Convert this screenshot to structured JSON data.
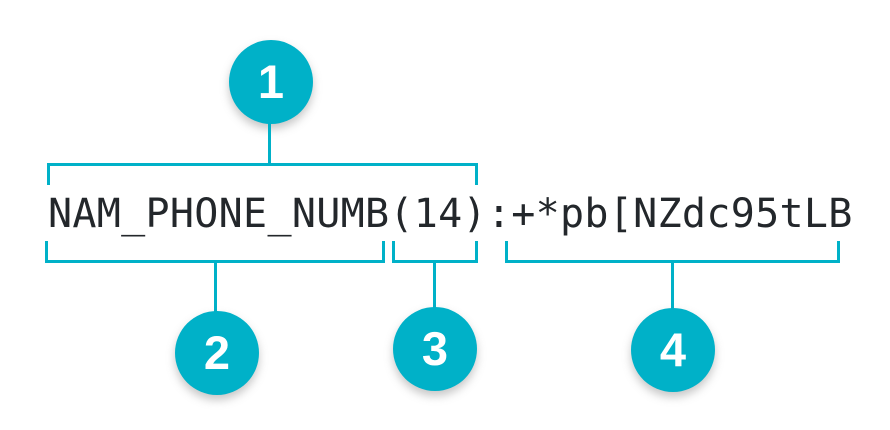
{
  "colors": {
    "accent": "#00b1c8",
    "text": "#23272b",
    "background": "#ffffff",
    "callout_number": "#ffffff"
  },
  "record_string": {
    "full": "NAM_PHONE_NUMB(14):+*pb[NZdc95tLB",
    "segments": {
      "header": "NAM_PHONE_NUMB(14)",
      "field_name": "NAM_PHONE_NUMB",
      "field_length": "(14)",
      "field_value": ":+*pb[NZdc95tLB"
    }
  },
  "callouts": [
    {
      "number": "1",
      "position": "top",
      "covers": "NAM_PHONE_NUMB(14)"
    },
    {
      "number": "2",
      "position": "bottom",
      "covers": "NAM_PHONE_NUMB"
    },
    {
      "number": "3",
      "position": "bottom",
      "covers": "(14)"
    },
    {
      "number": "4",
      "position": "bottom",
      "covers": ":+*pb[NZdc95tLB"
    }
  ]
}
